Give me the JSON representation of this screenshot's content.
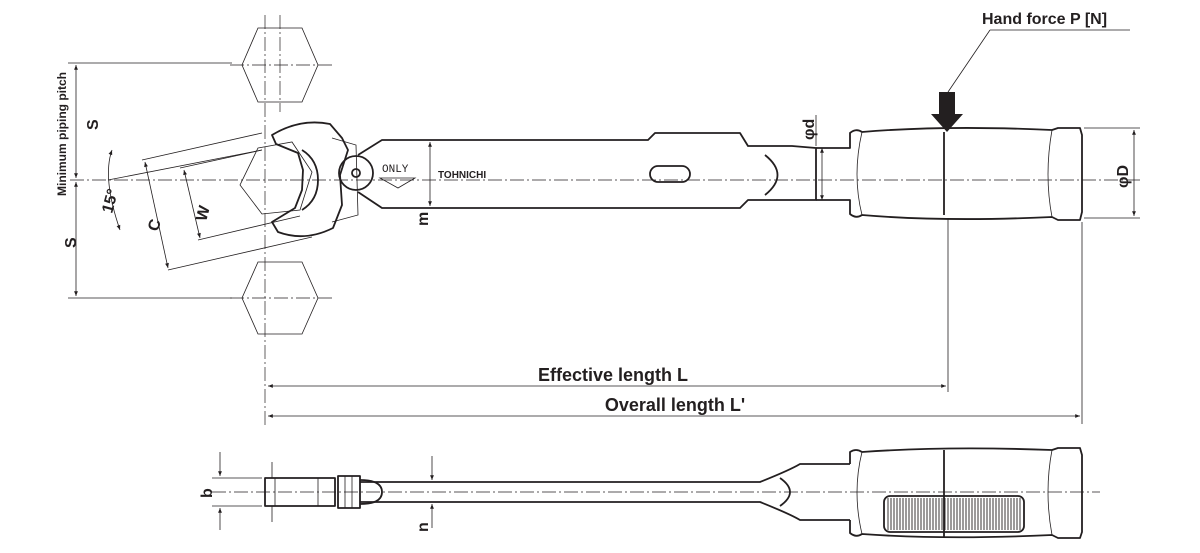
{
  "labels": {
    "hand_force": "Hand force P [N]",
    "effective_length": "Effective length L",
    "overall_length": "Overall length L'",
    "min_piping_pitch": "Minimum piping pitch",
    "s_upper": "S",
    "s_lower": "S",
    "angle": "15°",
    "c": "C",
    "w": "W",
    "m": "m",
    "phi_d_small": "φd",
    "phi_d_large": "φD",
    "b": "b",
    "n": "n"
  },
  "markings": {
    "only": "ONLY",
    "brand": "TOHNICHI"
  }
}
